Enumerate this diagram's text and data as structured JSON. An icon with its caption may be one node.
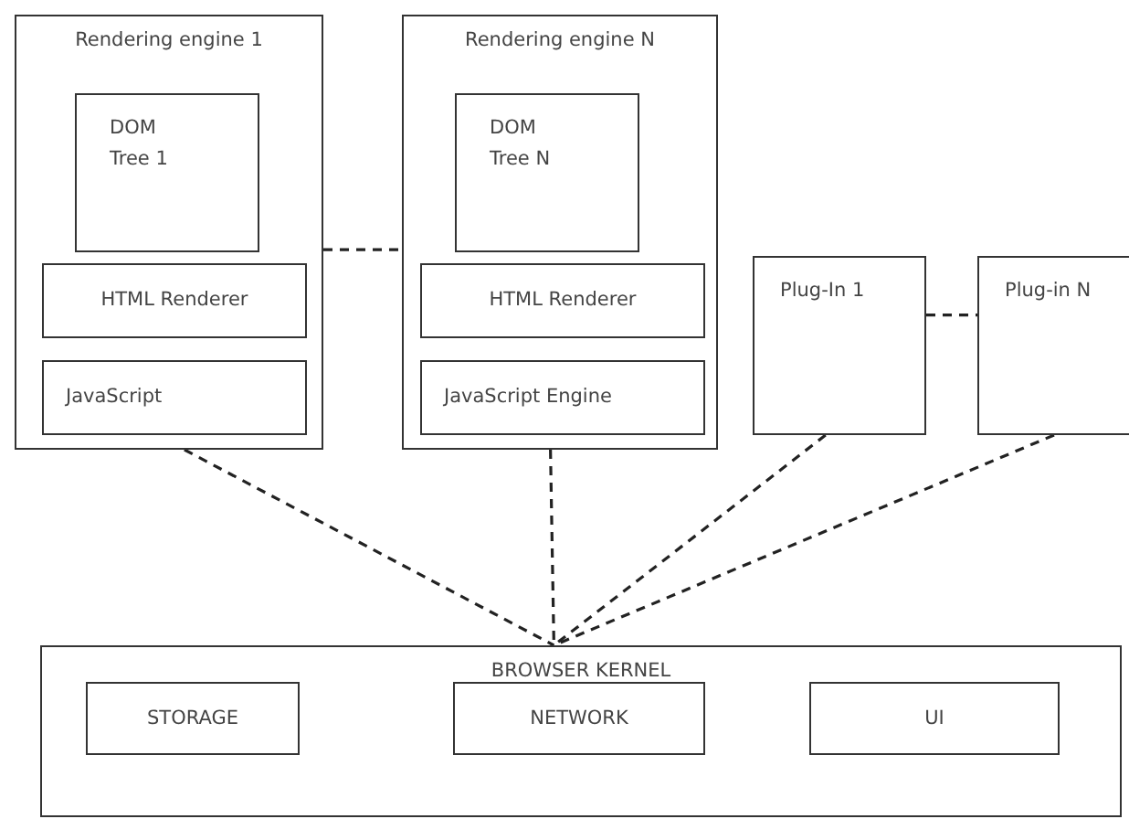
{
  "diagram": {
    "nodes": [
      {
        "text": [
          "Rendering engine 1"
        ]
      },
      {
        "text": [
          "DOM Tree 1"
        ],
        "in": 0
      },
      {
        "text": [
          "HTML Renderer"
        ],
        "in": 0
      },
      {
        "text": [
          "JavaScript"
        ],
        "in": 0
      },
      {
        "text": [
          "Rendering engine N"
        ]
      },
      {
        "text": [
          "DOM Tree N"
        ],
        "in": 4
      },
      {
        "text": [
          "HTML Renderer"
        ],
        "in": 4
      },
      {
        "text": [
          "JavaScript Engine"
        ],
        "in": 4
      },
      {
        "text": [
          "Plug-In 1"
        ]
      },
      {
        "text": [
          "Plug-in N"
        ]
      },
      {
        "text": [
          "BROWSER KERNEL"
        ]
      },
      {
        "text": [
          "STORAGE"
        ],
        "in": 10
      },
      {
        "text": [
          "NETWORK"
        ],
        "in": 10
      },
      {
        "text": [
          "UI"
        ],
        "in": 10
      }
    ],
    "edges": [
      {
        "from": 0,
        "to": 4,
        "arrow": "none",
        "style": "dashed"
      },
      {
        "from": 8,
        "to": 9,
        "arrow": "none",
        "style": "dashed"
      },
      {
        "from": 0,
        "to": 10,
        "arrow": "none",
        "style": "dashed"
      },
      {
        "from": 4,
        "to": 10,
        "arrow": "none",
        "style": "dashed"
      },
      {
        "from": 8,
        "to": 10,
        "arrow": "none",
        "style": "dashed"
      },
      {
        "from": 9,
        "to": 10,
        "arrow": "none",
        "style": "dashed"
      }
    ]
  }
}
